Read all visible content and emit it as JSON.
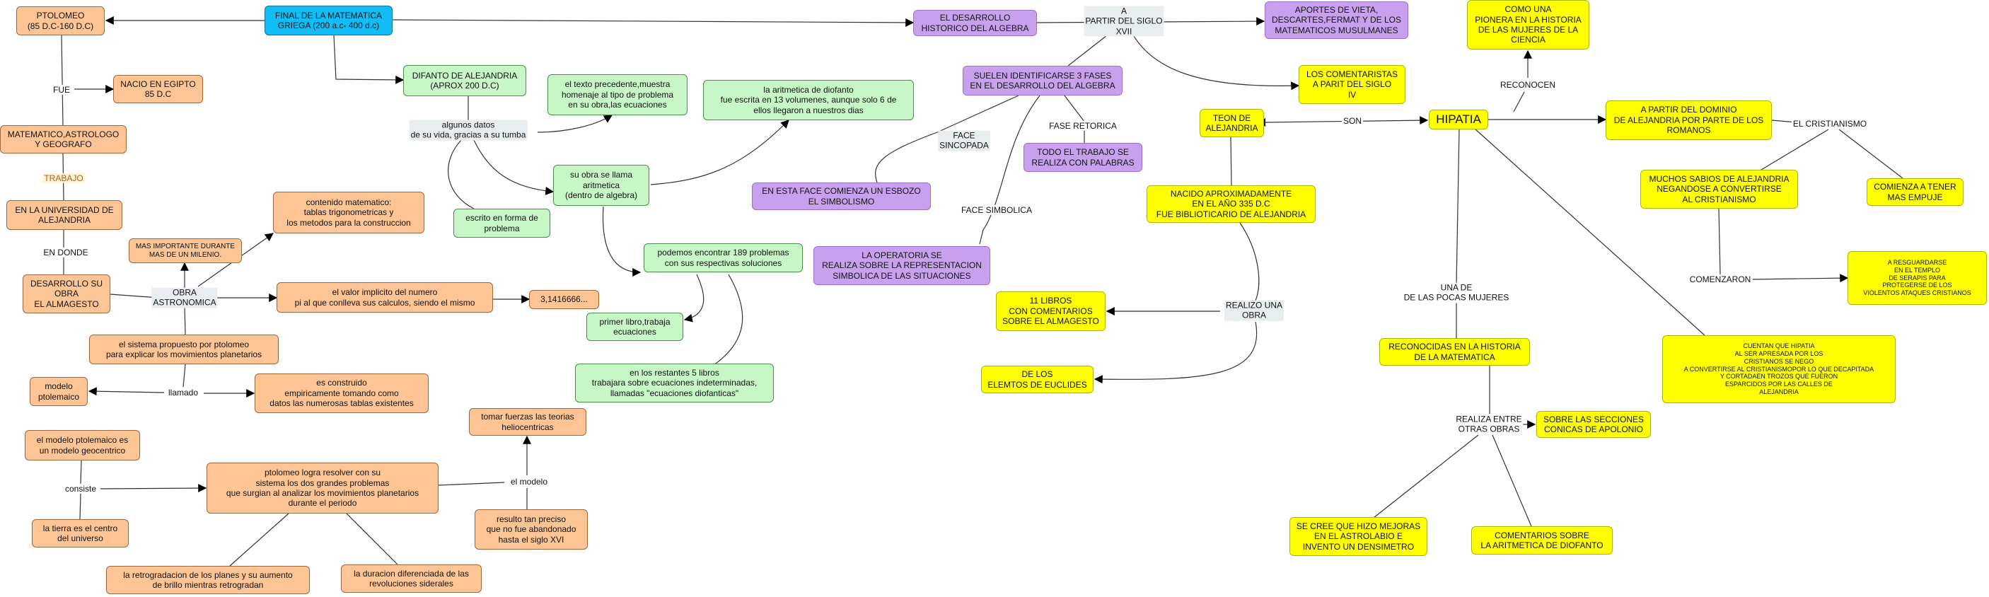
{
  "nodes": {
    "ptolomeo": "PTOLOMEO\n(85 D.C-160 D.C)",
    "final_matematica": "FINAL DE LA MATEMATICA\nGRIEGA (200 a.c- 400 d.c)",
    "desarrollo_algebra": "EL DESARROLLO\nHISTORICO DEL ALGEBRA",
    "aportes_vieta": "APORTES DE VIETA,\nDESCARTES,FERMAT Y DE LOS\nMATEMATICOS MUSULMANES",
    "pionera": "COMO UNA\nPIONERA EN LA HISTORIA\nDE LAS MUJERES DE LA\nCIENCIA",
    "nacio_egipto": "NACIO EN EGIPTO\n85 D.C",
    "diofanto": "DIFANTO DE ALEJANDRIA\n(APROX 200 D.C)",
    "texto_precedente": "el texto precedente,muestra\nhomenaje al tipo de problema\nen su obra,las ecuaciones",
    "aritmetica_diofanto": "la aritmetica de diofanto\nfue escrita en 13 volumenes, aunque solo 6 de\nellos llegaron a nuestros dias",
    "suelen_identificarse": "SUELEN IDENTIFICARSE 3 FASES\nEN EL DESARROLLO DEL ALGEBRA",
    "comentaristas": "LOS COMENTARISTAS\nA PARIT DEL SIGLO\nIV",
    "matematico": "MATEMATICO,ASTROLOGO\nY GEOGRAFO",
    "teon": "TEON DE\nALEJANDRIA",
    "hipatia": "HIPATIA",
    "a_partir_dominio": "A PARTIR DEL DOMINIO\nDE ALEJANDRIA POR PARTE DE LOS\nROMANOS",
    "todo_trabajo": "TODO EL TRABAJO SE\nREALIZA CON PALABRAS",
    "su_obra": "su obra se llama\naritmetica\n(dentro de algebra)",
    "universidad": "EN LA UNIVERSIDAD DE\nALEJANDRIA",
    "contenido_matematico": "contenido matematico:\ntablas trigonometricas y\nlos metodos para la construccion",
    "esta_face": "EN ESTA FACE COMIENZA UN ESBOZO\nEL SIMBOLISMO",
    "muchos_sabios": "MUCHOS SABIOS DE ALEJANDRIA\nNEGANDOSE  A CONVERTIRSE\nAL CRISTIANISMO",
    "comienza_tener": "COMIENZA A TENER\nMAS EMPUJE",
    "nacido": "NACIDO APROXIMADAMENTE\nEN EL AÑO 335 D.C\nFUE BIBLIOTICARIO DE ALEJANDRIA",
    "escrito_forma": "escrito en forma de\nproblema",
    "mas_importante": "MAS IMPORTANTE DURANTE\nMAS DE UN MILENIO.",
    "podemos_encontrar": "podemos encontrar 189 problemas\ncon sus respectivas soluciones",
    "operatoria": "LA OPERATORIA SE\nREALIZA SOBRE LA REPRESENTACION\nSIMBOLICA DE LAS SITUACIONES",
    "resguardarse": "A RESGUARDARSE\nEN EL TEMPLO\nDE SERAPIS PARA\nPROTEGERSE DE LOS\nVIOLENTOS ATAQUES CRISTIANOS",
    "desarrollo_obra": "DESARROLLO SU\nOBRA\nEL ALMAGESTO",
    "valor_implicito": "el valor implicito del numero\npi al que conlleva sus calculos, siendo el mismo",
    "valor_pi": "3,1416666...",
    "once_libros": "11 LIBROS\nCON COMENTARIOS\nSOBRE EL ALMAGESTO",
    "sistema_propuesto": "el sistema propuesto por ptolomeo\npara explicar los movimientos planetarios",
    "primer_libro": "primer libro,trabaja\necuaciones",
    "reconocidas": "RECONOCIDAS EN LA HISTORIA\nDE LA MATEMATICA",
    "cuentan": "CUENTAN QUE HIPATIA\nAL SER APRESADA POR LOS\nCRISTIANOS SE NEGO\nA CONVERTIRSE AL CRISTIANISMOPOR LO QUE DECAPITADA\nY CORTADAEN TROZOS QUE FUERON\nESPARCIDOS POR LAS CALLES DE\nALEJANDRIA",
    "modelo_ptolemaico": "modelo\nptolemaico",
    "es_construido": "es construido\nempiricamente tomando como\ndatos las numerosas tablas existentes",
    "de_los_elementos": "DE LOS\nELEMTOS DE EUCLIDES",
    "restantes": "en los restantes 5 libros\ntrabajara sobre ecuaciones indeterminadas,\nllamadas \"ecuaciones diofanticas\"",
    "modelo_geocentrico": "el modelo ptolemaico es\nun modelo geocentrico",
    "tomar_fuerzas": "tomar fuerzas las teorias\nheliocentricas",
    "secciones_conicas": "SOBRE LAS SECCIONES\nCONICAS DE APOLONIO",
    "ptolomeo_logra": "ptolomeo logra resolver con su\nsistema los dos grandes problemas\nque surgian al analizar los movimientos planetarios\ndurante el periodo",
    "resulto_preciso": "resulto tan preciso\nque no fue abandonado\nhasta el siglo XVI",
    "tierra_centro": "la tierra es el centro\ndel universo",
    "cree_mejoras": "SE CREE QUE HIZO MEJORAS\nEN EL ASTROLABIO E\nINVENTO UN DENSIMETRO",
    "comentarios_aritmetica": "COMENTARIOS SOBRE\nLA ARITMETICA DE DIOFANTO",
    "retrogradacion": "la retrogradacion de los planes y su aumento\nde brillo mientras retrogradan",
    "duracion": "la duracion diferenciada de las\nrevoluciones siderales"
  },
  "labels": {
    "fue": "FUE",
    "a_partir_siglo": "A\nPARTIR DEL SIGLO\nXVII",
    "reconocen": "RECONOCEN",
    "algunos_datos": "algunos datos\nde su vida, gracias a su tumba",
    "trabajo": "TRABAJO",
    "son": "SON",
    "el_cristianismo": "EL CRISTIANISMO",
    "face_sincopada": "FACE\nSINCOPADA",
    "fase_retorica": "FASE RETORICA",
    "en_donde": "EN DONDE",
    "face_simbolica": "FACE SIMBOLICA",
    "obra_astronomica": "OBRA\nASTRONOMICA",
    "comenzaron": "COMENZARON",
    "una_de": "UNA DE\nDE LAS POCAS MUJERES",
    "realizo_una_obra": "REALIZO UNA\nOBRA",
    "llamado": "llamado",
    "realiza_entre": "REALIZA ENTRE\nOTRAS OBRAS",
    "consiste": "consiste",
    "el_modelo": "el modelo"
  }
}
